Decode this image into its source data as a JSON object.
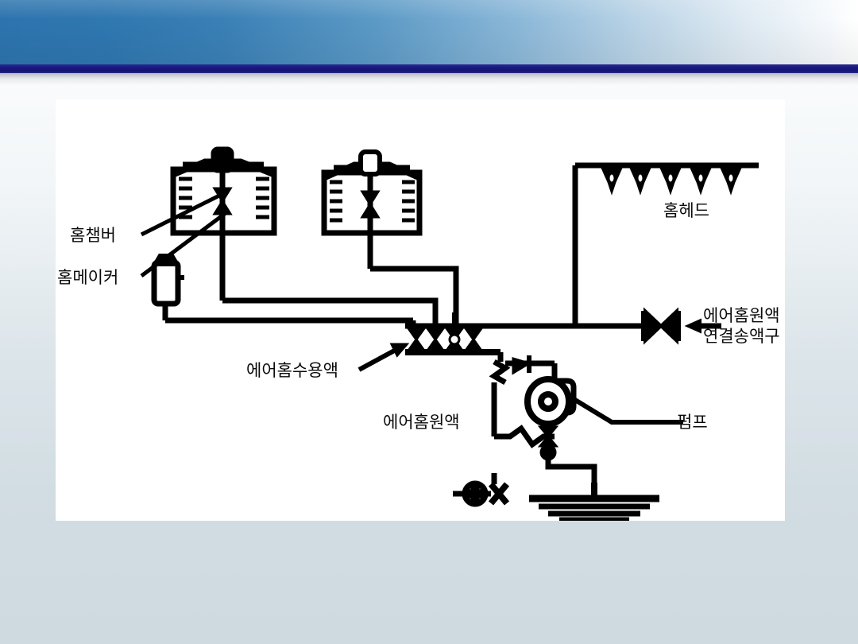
{
  "slide": {
    "background_color": "#d2dde3",
    "header": {
      "band_color_left": "#2d74ae",
      "band_color_right": "#ffffff",
      "rule_color": "#191982"
    }
  },
  "figure": {
    "title": "",
    "background_color": "#ffffff",
    "line_color": "#000000",
    "labels": {
      "foam_chamber": "홈챔버",
      "foam_maker": "홈메이커",
      "foam_head": "홈헤드",
      "air_foam_concentrate_inlet_line1": "에어홈원액",
      "air_foam_concentrate_inlet_line2": "연결송액구",
      "air_foam_solution": "에어홈수용액",
      "air_foam_concentrate": "에어홈원액",
      "pump": "펌프"
    },
    "components": {
      "foam_chamber_count": 2,
      "foam_head_count": 5,
      "manifold_valve_count": 4,
      "gate_valve_inlet": 1,
      "pump_count": 1,
      "water_source_symbol": "ground-water-level"
    }
  }
}
